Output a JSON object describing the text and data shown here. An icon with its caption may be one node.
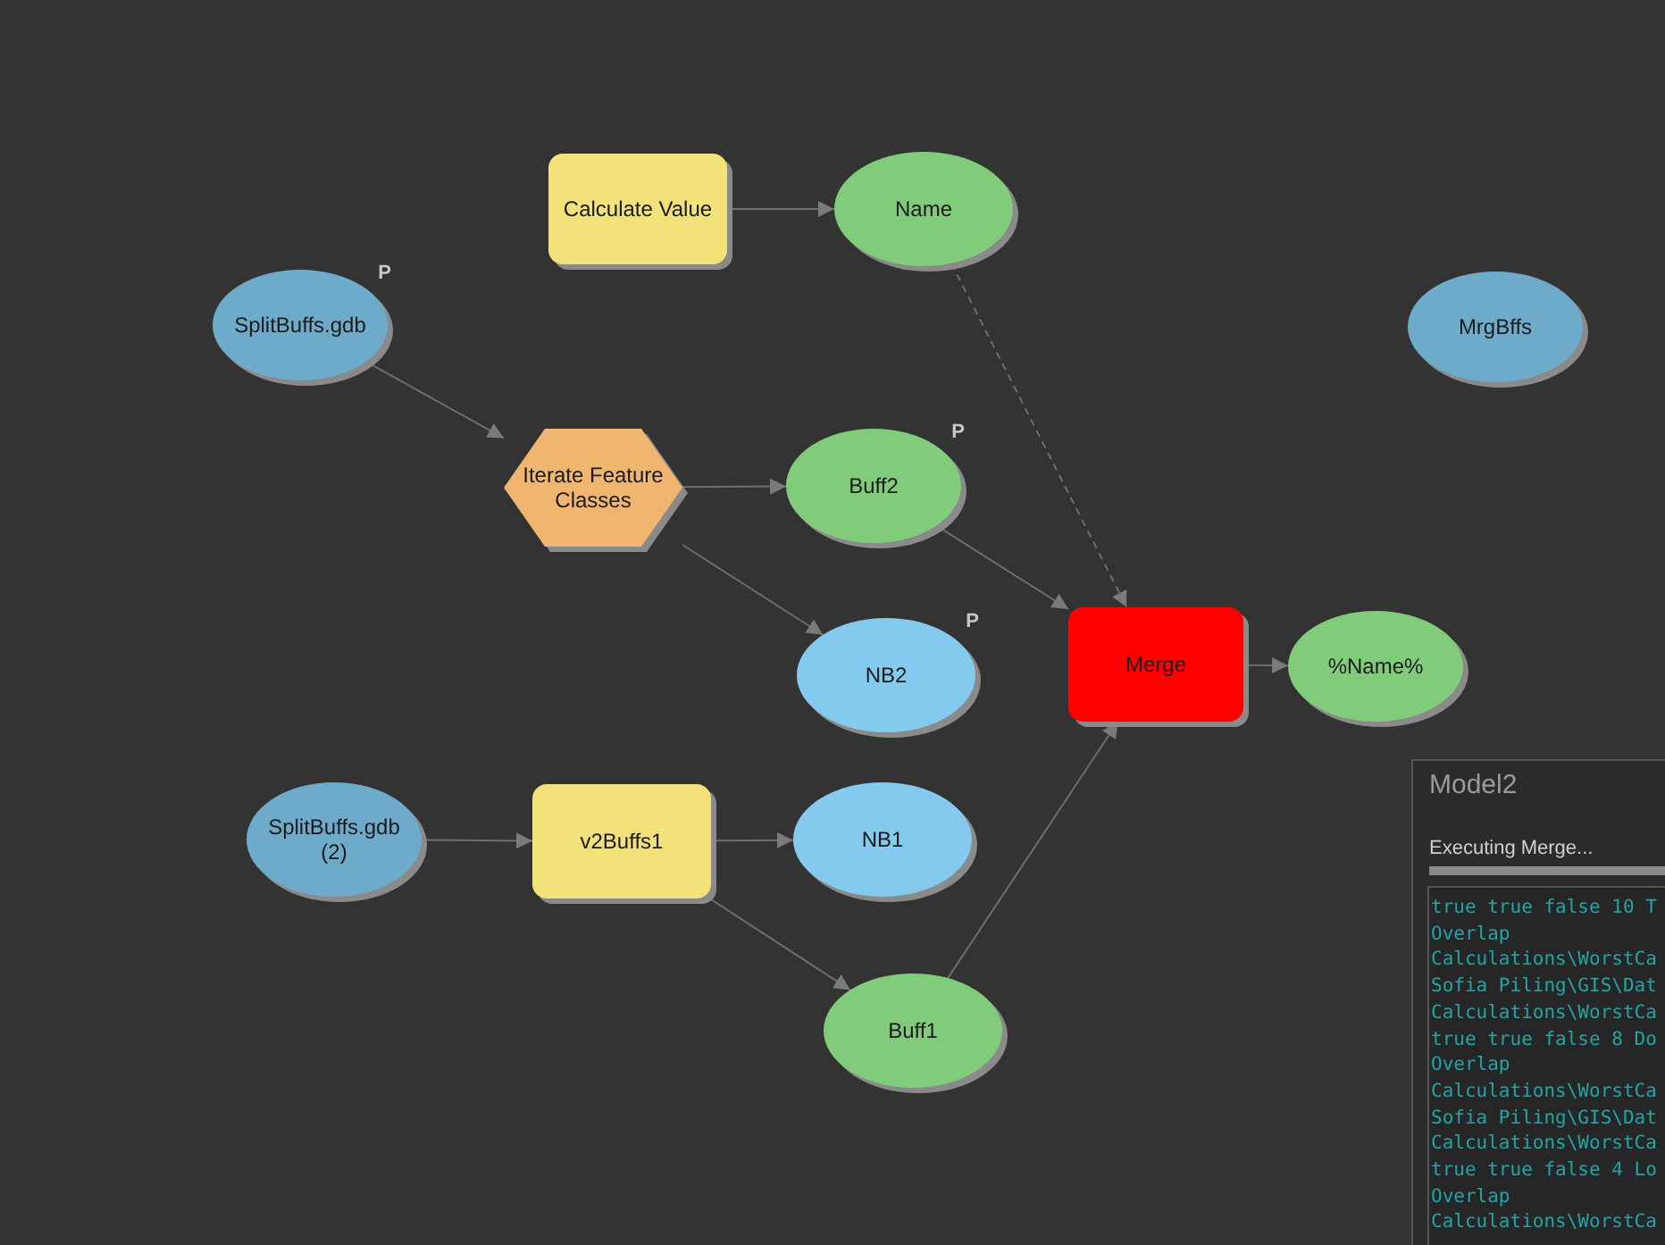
{
  "diagram": {
    "nodes": [
      {
        "text": [
          "Calculate Value"
        ]
      },
      {
        "text": [
          "Name"
        ]
      },
      {
        "text": [
          "SplitBuffs.gdb",
          "P"
        ]
      },
      {
        "text": [
          "Iterate Feature Classes"
        ]
      },
      {
        "text": [
          "Buff2",
          "P"
        ]
      },
      {
        "text": [
          "MrgBffs"
        ]
      },
      {
        "text": [
          "NB2",
          "P"
        ]
      },
      {
        "text": [
          "Merge"
        ]
      },
      {
        "text": [
          "%Name%"
        ]
      },
      {
        "text": [
          "SplitBuffs.gdb (2)"
        ]
      },
      {
        "text": [
          "v2Buffs1"
        ]
      },
      {
        "text": [
          "NB1"
        ]
      },
      {
        "text": [
          "Buff1"
        ]
      }
    ],
    "edges": [
      {
        "from": 0,
        "to": 1,
        "arrow": "to"
      },
      {
        "from": 2,
        "to": 3,
        "arrow": "to"
      },
      {
        "from": 3,
        "to": 4,
        "arrow": "to"
      },
      {
        "from": 3,
        "to": 6,
        "arrow": "to"
      },
      {
        "from": 1,
        "to": 7,
        "arrow": "to",
        "style": "dashed"
      },
      {
        "from": 4,
        "to": 7,
        "arrow": "to"
      },
      {
        "from": 7,
        "to": 8,
        "arrow": "to"
      },
      {
        "from": 9,
        "to": 10,
        "arrow": "to"
      },
      {
        "from": 10,
        "to": 11,
        "arrow": "to"
      },
      {
        "from": 10,
        "to": 12,
        "arrow": "to"
      },
      {
        "from": 12,
        "to": 7,
        "arrow": "to"
      }
    ],
    "labels": [
      "Model2",
      "Executing Merge...",
      "true true false 10 T",
      "Overlap",
      "Calculations\\WorstCa",
      "Sofia Piling\\GIS\\Dat",
      "Calculations\\WorstCa",
      "true true false 8 Do",
      "Overlap",
      "Calculations\\WorstCa",
      "Sofia Piling\\GIS\\Dat",
      "Calculations\\WorstCa",
      "true true false 4 Lo",
      "Overlap",
      "Calculations\\WorstCa"
    ]
  }
}
